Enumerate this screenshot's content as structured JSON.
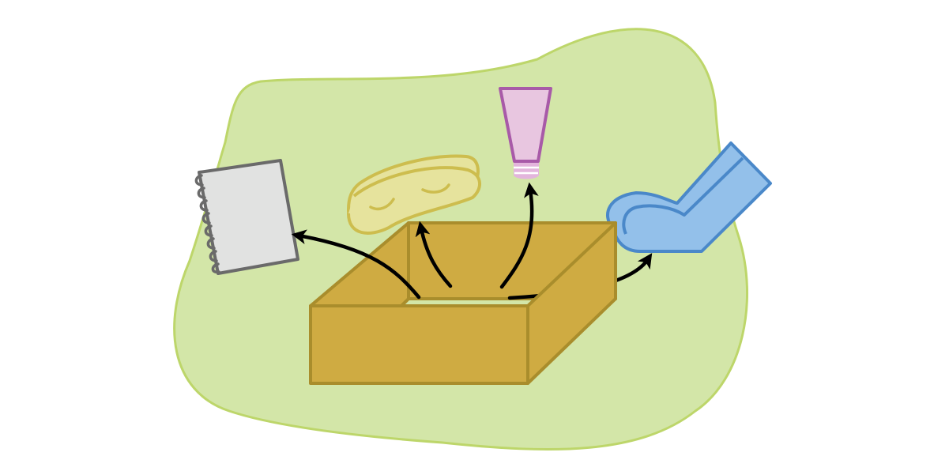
{
  "colors": {
    "background": "#ffffff",
    "blob_fill": "#d3e6a8",
    "blob_stroke": "#bdd66a",
    "box_fill": "#cfab42",
    "box_stroke": "#a98d2c",
    "notebook_fill": "#e1e2e1",
    "notebook_stroke": "#6a6a6a",
    "mask_fill": "#e6e39d",
    "mask_stroke": "#cdbd4e",
    "tube_fill": "#e8c6e0",
    "tube_stroke": "#a85aa8",
    "cap_fill": "#e3b5dc",
    "sock_fill": "#93c0ea",
    "sock_stroke": "#4a88c9",
    "arrow": "#000000"
  },
  "objects": [
    {
      "name": "open-box"
    },
    {
      "name": "spiral-notebook"
    },
    {
      "name": "sleep-mask"
    },
    {
      "name": "lotion-tube"
    },
    {
      "name": "sock"
    }
  ]
}
